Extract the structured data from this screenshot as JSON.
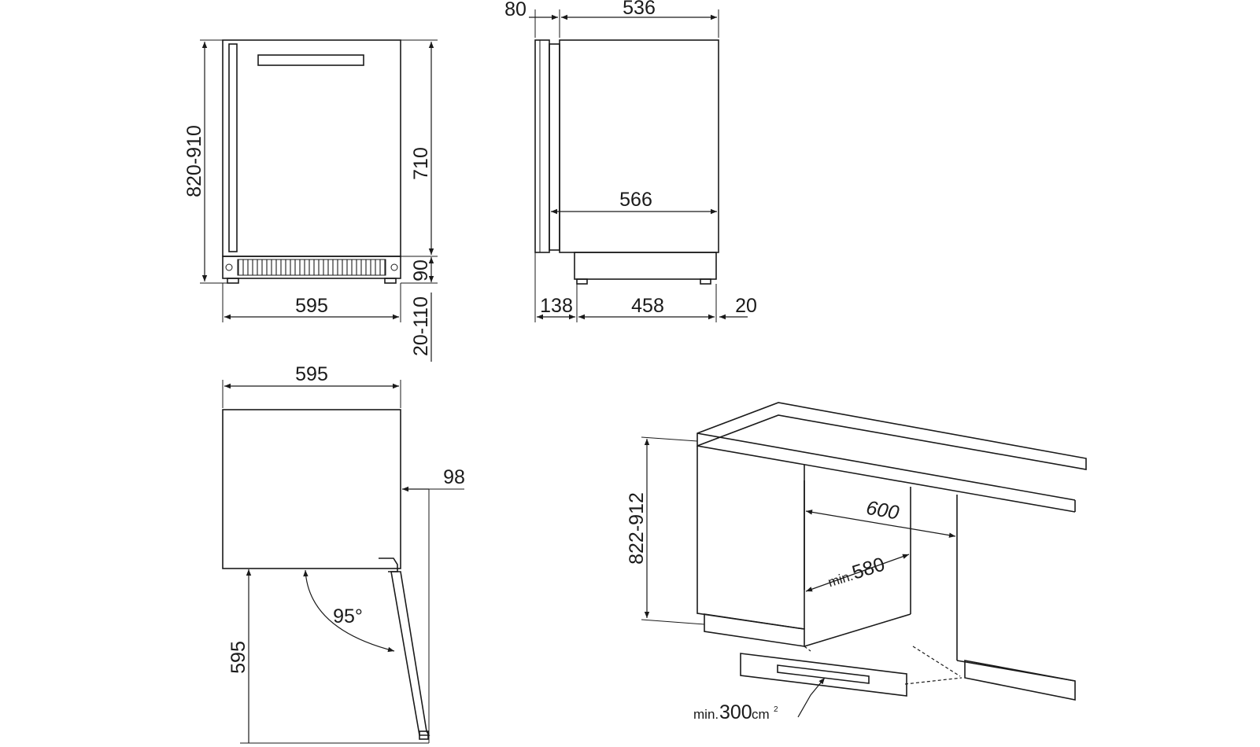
{
  "front_view": {
    "total_height": "820-910",
    "body_height": "710",
    "plinth_height": "90",
    "foot_height": "20-110",
    "width": "595"
  },
  "side_view": {
    "handle_depth": "80",
    "body_depth_top": "536",
    "door_depth": "566",
    "front_offset": "138",
    "plinth_depth": "458",
    "rear_gap": "20"
  },
  "top_view": {
    "width": "595",
    "door_clearance": "98",
    "door_swing_depth": "595",
    "door_angle": "95°"
  },
  "installation_view": {
    "niche_height": "822-912",
    "niche_width": "600",
    "min_depth_prefix": "min.",
    "min_depth_value": "580",
    "vent_prefix": "min.",
    "vent_value": "300",
    "vent_unit": "cm",
    "vent_superscript": "2"
  }
}
